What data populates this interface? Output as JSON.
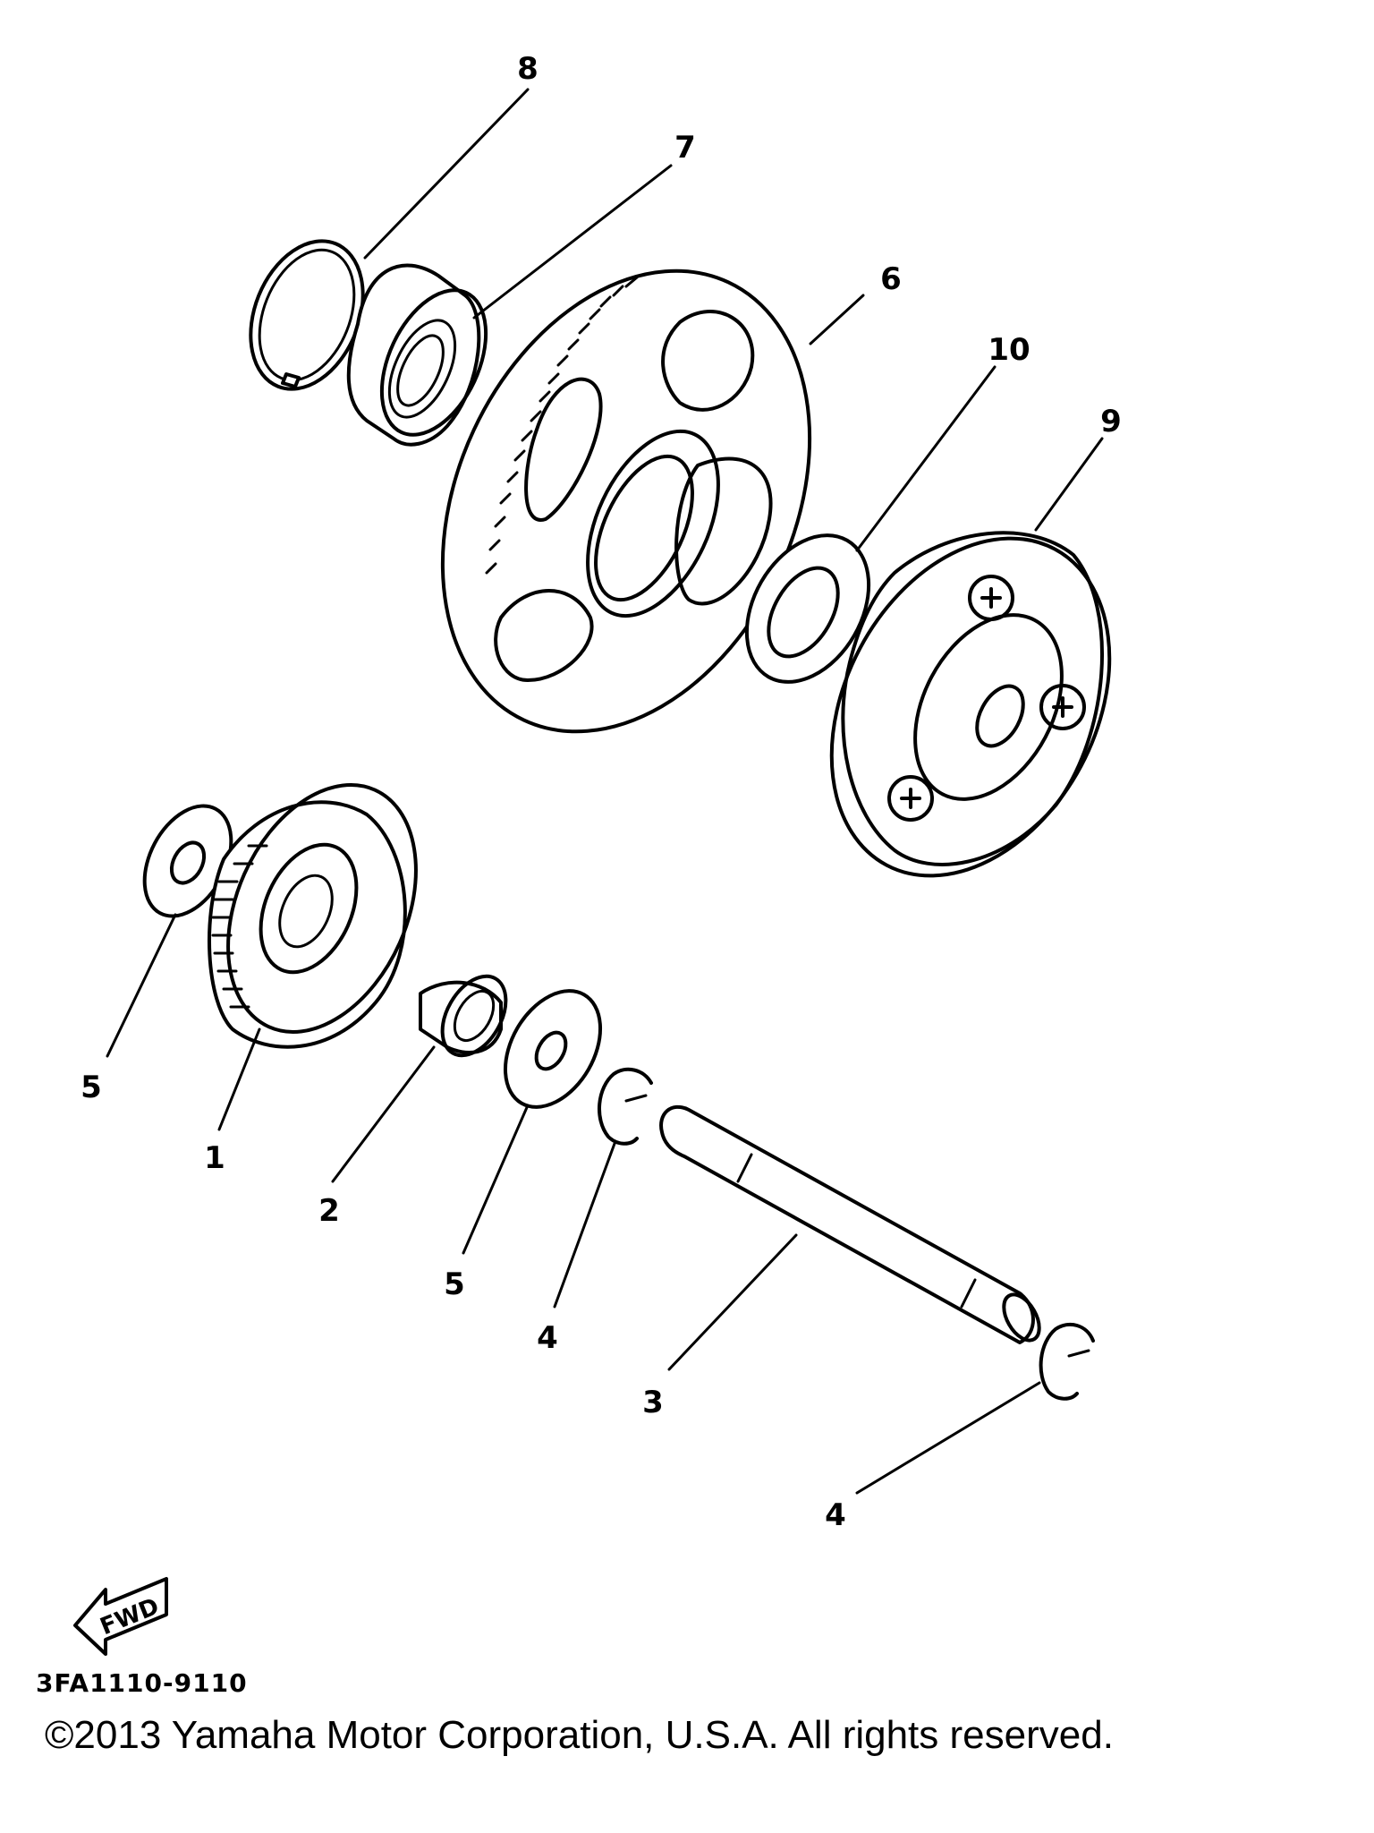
{
  "callouts": {
    "p1": "1",
    "p2": "2",
    "p3": "3",
    "p4a": "4",
    "p4b": "4",
    "p5a": "5",
    "p5b": "5",
    "p6": "6",
    "p7": "7",
    "p8": "8",
    "p9": "9",
    "p10": "10"
  },
  "fwd_label": "FWD",
  "diagram_code": "3FA1110-9110",
  "copyright": "©2013 Yamaha Motor Corporation, U.S.A. All rights reserved."
}
